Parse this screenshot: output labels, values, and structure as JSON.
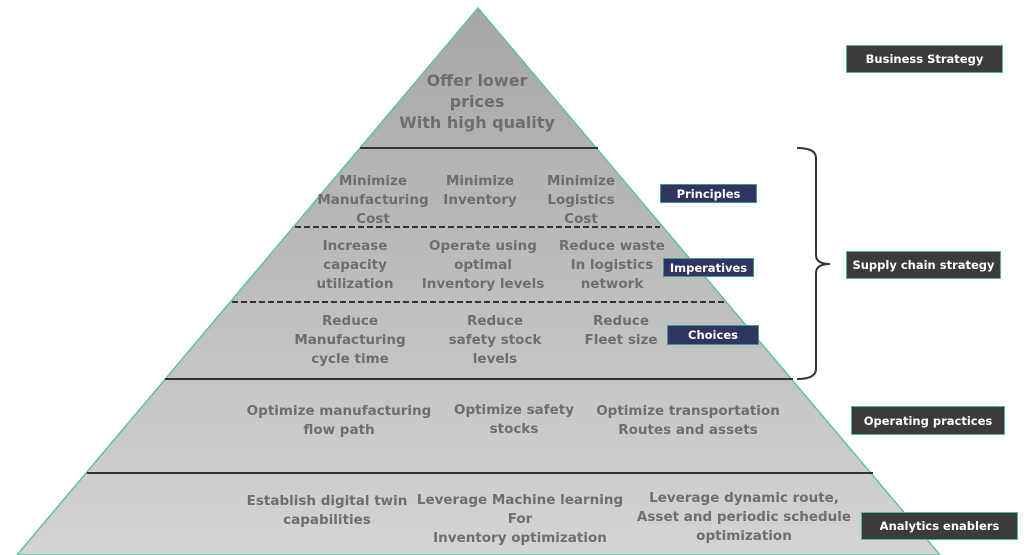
{
  "apex": "Offer lower\nprices\nWith high quality",
  "principles": [
    "Minimize\nManufacturing\nCost",
    "Minimize\nInventory",
    "Minimize\nLogistics\nCost"
  ],
  "imperatives": [
    "Increase\ncapacity\nutilization",
    "Operate using\noptimal\nInventory levels",
    "Reduce waste\nIn logistics\nnetwork"
  ],
  "choices": [
    "Reduce\nManufacturing\ncycle time",
    "Reduce\nsafety stock\nlevels",
    "Reduce\nFleet size"
  ],
  "operating": [
    "Optimize manufacturing\nflow path",
    "Optimize safety\nstocks",
    "Optimize transportation\nRoutes and assets"
  ],
  "analytics": [
    "Establish digital twin\ncapabilities",
    "Leverage Machine learning\nFor\nInventory optimization",
    "Leverage dynamic route,\nAsset and periodic schedule\noptimization"
  ],
  "labels": {
    "business_strategy": "Business Strategy",
    "principles": "Principles",
    "imperatives": "Imperatives",
    "choices": "Choices",
    "supply_chain_strategy": "Supply chain strategy",
    "operating_practices": "Operating practices",
    "analytics_enablers": "Analytics enablers"
  },
  "colors": {
    "label_dark": "#3b3b3e",
    "label_navy": "#2f3560",
    "border": "#4fb89a"
  }
}
